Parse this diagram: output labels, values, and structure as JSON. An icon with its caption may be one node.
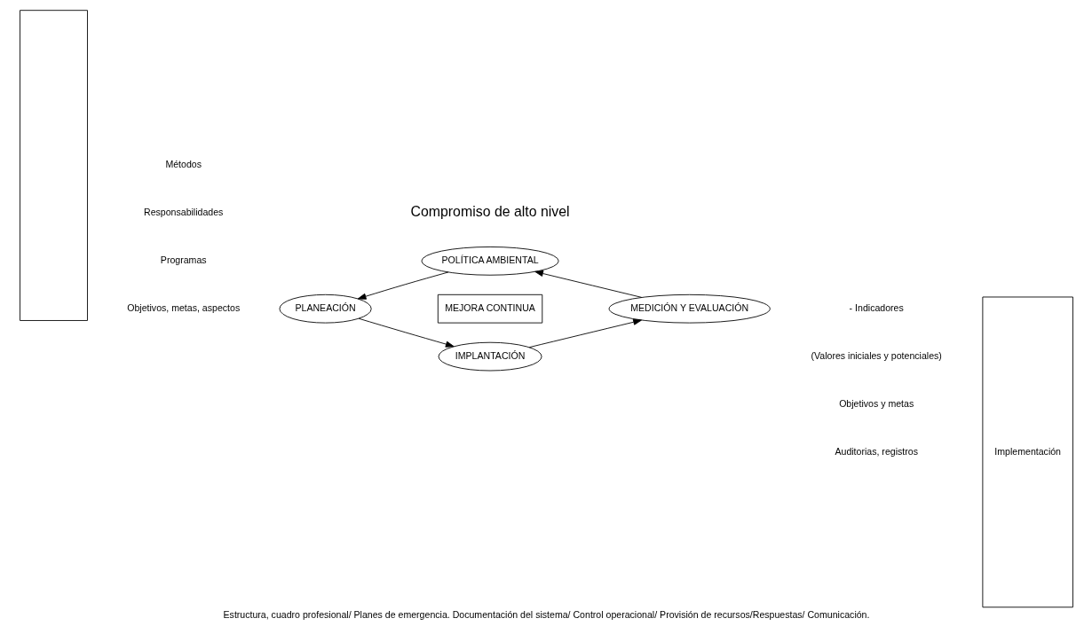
{
  "diagram": {
    "caption": "Estructura, cuadro profesional/ Planes de emergencia. Documentación del sistema/ Control operacional/ Provisión de recursos/Respuestas/ Comunicación.",
    "nodes": [
      {
        "text": [],
        "shape": "box"
      },
      {
        "text": [
          "Implementación"
        ]
      },
      {
        "text": [
          "POLÍTICA AMBIENTAL"
        ]
      },
      {
        "text": [
          "PLANEACIÓN"
        ]
      },
      {
        "text": [
          "MEJORA CONTINUA"
        ]
      },
      {
        "text": [
          "MEDICIÓN Y EVALUACIÓN"
        ]
      },
      {
        "text": [
          "IMPLANTACIÓN"
        ]
      }
    ],
    "edges": [
      {
        "from": 2,
        "to": 3,
        "arrow": "to"
      },
      {
        "from": 3,
        "to": 6,
        "arrow": "to"
      },
      {
        "from": 6,
        "to": 5,
        "arrow": "to"
      },
      {
        "from": 5,
        "to": 2,
        "arrow": "to"
      }
    ],
    "labels": [
      "Compromiso de alto nivel",
      "Métodos",
      "Responsabilidades",
      "Programas",
      "Objetivos, metas, aspectos",
      "- Indicadores",
      "(Valores iniciales y potenciales)",
      "Objetivos y metas",
      "Auditorias, registros"
    ]
  }
}
